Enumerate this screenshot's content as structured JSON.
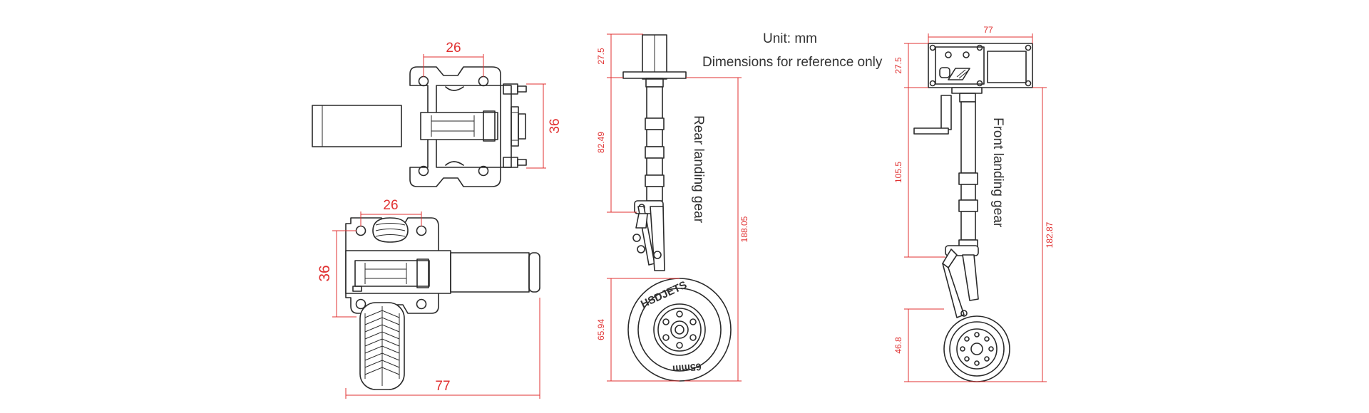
{
  "notes": {
    "unit": "Unit: mm",
    "reference": "Dimensions for reference only"
  },
  "labels": {
    "rear": "Rear landing gear",
    "front": "Front landing gear",
    "brand": "HSDJETS",
    "tire_size": "65mm"
  },
  "dimensions": {
    "top_view_hole_spacing": "26",
    "top_view_width": "36",
    "side_view_hole_spacing": "26",
    "side_view_width": "36",
    "side_view_length": "77",
    "rear_mount_height": "27.5",
    "rear_strut_length": "82.49",
    "rear_total_height": "188.05",
    "rear_wheel_diameter": "65.94",
    "front_mount_width": "77",
    "front_mount_height": "27.5",
    "front_strut_length": "105.5",
    "front_total_height": "182.87",
    "front_wheel_diameter": "46.8"
  },
  "colors": {
    "line": "#2a2a2a",
    "dimension": "#e03030",
    "text": "#333333"
  }
}
